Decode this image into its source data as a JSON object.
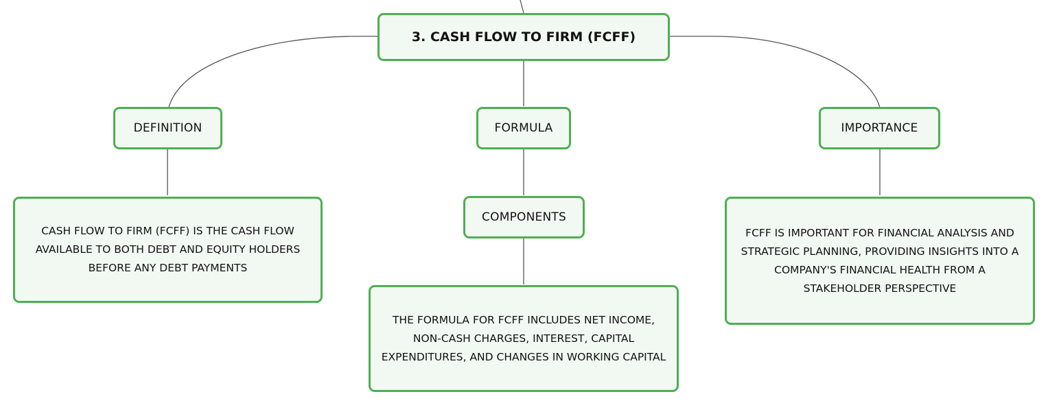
{
  "mindmap": {
    "root": {
      "label": "3. CASH FLOW TO FIRM (FCFF)"
    },
    "definition": {
      "label": "DEFINITION",
      "detail": "CASH FLOW TO FIRM (FCFF) IS THE CASH FLOW AVAILABLE TO BOTH DEBT AND EQUITY HOLDERS BEFORE ANY DEBT PAYMENTS"
    },
    "formula": {
      "label": "FORMULA",
      "components": {
        "label": "COMPONENTS",
        "detail": "THE FORMULA FOR FCFF INCLUDES NET INCOME, NON-CASH CHARGES, INTEREST, CAPITAL EXPENDITURES, AND CHANGES IN WORKING CAPITAL"
      }
    },
    "importance": {
      "label": "IMPORTANCE",
      "detail": "FCFF IS IMPORTANT FOR FINANCIAL ANALYSIS AND STRATEGIC PLANNING, PROVIDING INSIGHTS INTO A COMPANY'S FINANCIAL HEALTH FROM A STAKEHOLDER PERSPECTIVE"
    }
  },
  "colors": {
    "node_border": "#4caf50",
    "node_fill": "#f2f9f3",
    "connector": "#555555",
    "text": "#111111"
  }
}
